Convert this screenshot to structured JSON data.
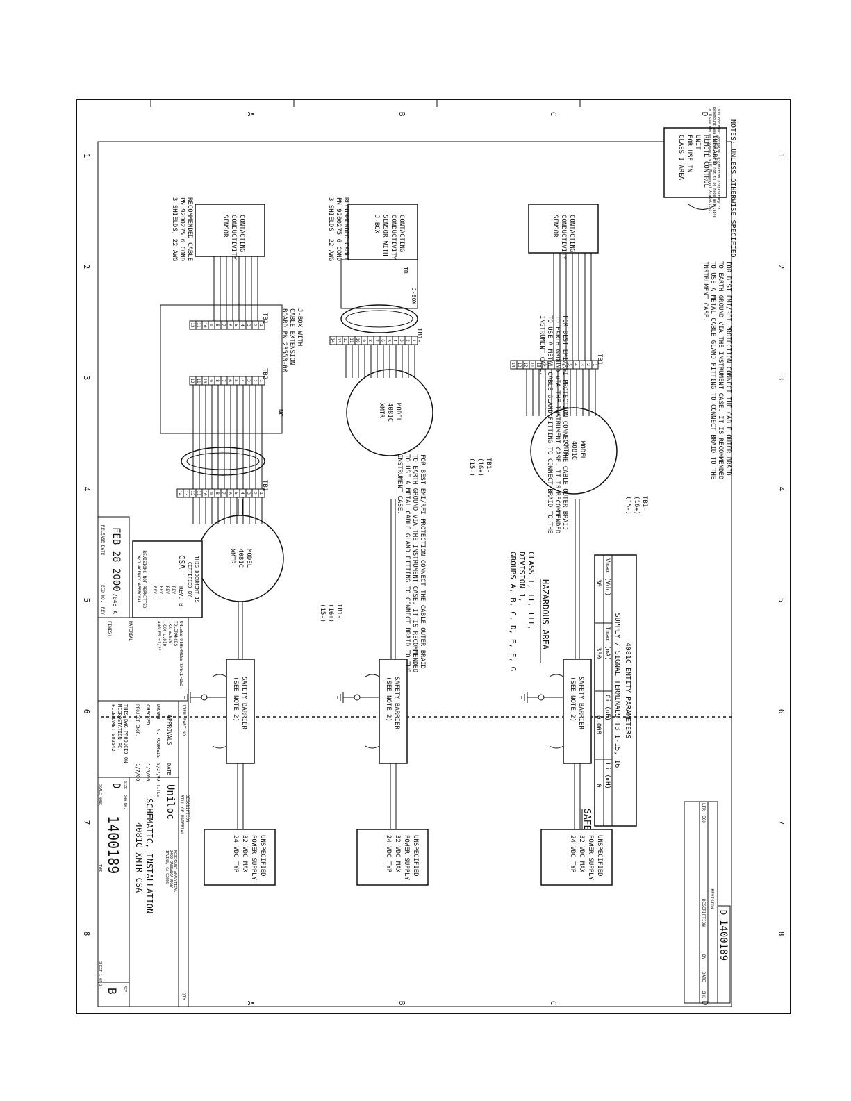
{
  "drawing_number_tab": {
    "prefix": "D",
    "number": "1400189"
  },
  "border": {
    "rows": [
      "D",
      "C",
      "B",
      "A"
    ],
    "cols": [
      "8",
      "7",
      "6",
      "5",
      "4",
      "3",
      "2",
      "1"
    ]
  },
  "revision_block": {
    "title": "REVISION",
    "headers": [
      "LTR",
      "ECO",
      "DESCRIPTION",
      "BY",
      "DATE",
      "CHK"
    ]
  },
  "entity_table": {
    "title": "4081C ENTITY PARAMETERS",
    "subtitle": "SUPPLY / SIGNAL TERMINALS TB 1-15, 16",
    "headers": [
      "Vmax (Vdc)",
      "Imax (mA)",
      "Ci (uF)",
      "Li (mH)"
    ],
    "values": [
      "30",
      "300",
      "0.008",
      "0"
    ]
  },
  "areas": {
    "safe": "SAFE AREA",
    "hazardous_title": "HAZARDOUS AREA",
    "hazardous_lines": [
      "CLASS I, II, III,",
      "DIVISION 1,",
      "GROUPS A, B, C, D, E, F, G"
    ]
  },
  "power_supply": [
    "UNSPECIFIED",
    "POWER SUPPLY",
    "32 VDC MAX",
    "24 VDC TYP"
  ],
  "safety_barrier": [
    "SAFETY BARRIER",
    "(SEE NOTE 2)"
  ],
  "transmitter": [
    "MODEL",
    "4081C",
    "XMTR"
  ],
  "tb_label": "TB1-",
  "tb2_label": "TB2",
  "tb1_label": "TB1",
  "terminal_pos": "(16+)",
  "terminal_neg": "(15-)",
  "terminals_14": [
    "1",
    "2",
    "3",
    "4",
    "5",
    "6",
    "7",
    "8",
    "9",
    "10",
    "11",
    "12",
    "13",
    "14"
  ],
  "terminals_12": [
    "1",
    "2",
    "3",
    "4",
    "5",
    "6",
    "7",
    "8",
    "9",
    "10",
    "11",
    "12"
  ],
  "emi_note": [
    "FOR BEST EMI/RFI PROTECTION CONNECT THE CABLE OUTER BRAID",
    "TO EARTH GROUND VIA THE INSTRUMENT CASE. IT IS RECOMMENDED",
    "TO USE A METAL CABLE GLAND FITTING TO CONNECT BRAID TO THE",
    "INSTRUMENT CASE."
  ],
  "sensor": [
    "CONTACTING",
    "CONDUCTIVITY",
    "SENSOR"
  ],
  "sensor_jbox": [
    "CONTACTING",
    "CONDUCTIVITY",
    "SENSOR WITH",
    "J-BOX"
  ],
  "jbox_label": "J-BOX",
  "tb_short": "TB",
  "jbox_ext": [
    "J-BOX WITH",
    "CABLE EXTENSION",
    "BOARD PN 23550-00"
  ],
  "nc_label": "NC",
  "cable_note": [
    "RECOMMENDED CABLE",
    "PN 9200275 6 COND",
    "3 SHIELDS, 22 AWG"
  ],
  "remote": [
    "INFRARED",
    "REMOTE CONTROL",
    "UNIT",
    "FOR USE IN",
    "CLASS I AREA"
  ],
  "proprietary": [
    "This document contains information proprietary to",
    "Rosemount Analytical, and is not to be made available",
    "to those who may compete with Rosemount Analytical."
  ],
  "notes": "NOTES: UNLESS OTHERWISE SPECIFIED",
  "csa_cert": {
    "line1": "THIS DOCUMENT IS",
    "line2": "CERTIFIED BY",
    "agency": "CSA",
    "rev_label": "REV.",
    "rev": "B",
    "revs": [
      "REV.",
      "REV.",
      "REV.",
      "REV."
    ],
    "warning1": "REVISIONS NOT PERMITTED",
    "warning2": "W/O AGENCY APPROVAL"
  },
  "release": {
    "date": "FEB 28 2000",
    "eco": "7048",
    "rev": "A",
    "date_label": "RELEASE DATE",
    "eco_label": "ECO NO.",
    "rev_label": "REV"
  },
  "title_block": {
    "tolerances_title": "UNLESS OTHERWISE SPECIFIED",
    "tolerances_sub": "TOLERANCES",
    "tol_lines": [
      ".XX ±.030",
      ".XXX ±.010",
      "ANGLES ±1/2°"
    ],
    "material": "MATERIAL",
    "finish": "FINISH",
    "item": "ITEM",
    "part_no": "PART NO.",
    "description": "DESCRIPTION",
    "bom": "BILL OF MATERIAL",
    "qty": "QTY",
    "approvals": "APPROVALS",
    "date_col": "DATE",
    "drawn_label": "DRAWN",
    "drawn_by": "N. KOUMEIS",
    "drawn_date": "8/27/99",
    "checked_label": "CHECKED",
    "checked_date": "1/6/00",
    "project_label": "PROJECT ENGR.",
    "project_date": "1/7/00",
    "company": "Uniloc",
    "company_small": [
      "ROSEMOUNT ANALYTICAL",
      "2400 BARRANCA PKWY",
      "IRVINE, CA 92606"
    ],
    "title_label": "TITLE",
    "title": [
      "SCHEMATIC, INSTALLATION",
      "4081C XMTR CSA"
    ],
    "cad_note": [
      "THIS DWG PRODUCED ON",
      "MICROSTATION PC:",
      "FILENAME: 002542"
    ],
    "size_label": "SIZE",
    "size": "D",
    "dwg_label": "DWG NO.",
    "dwg_no": "1400189",
    "rev_label": "REV",
    "rev": "B",
    "scale": "SCALE NONE",
    "type": "TYPE",
    "sheet": "SHEET 1 OF 2"
  }
}
